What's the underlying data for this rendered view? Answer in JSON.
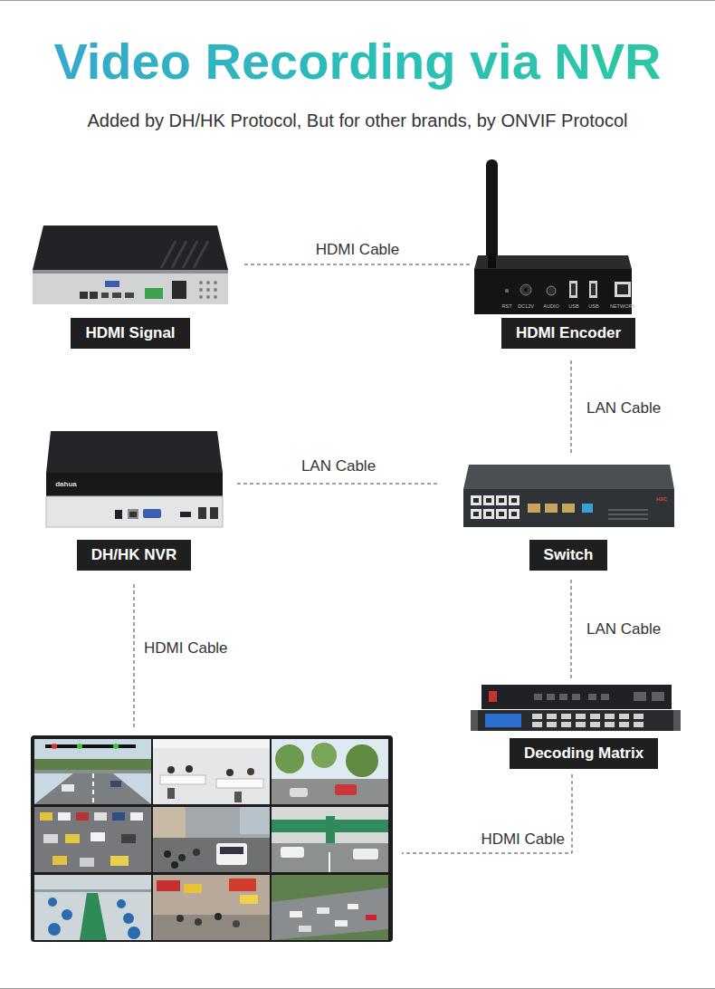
{
  "diagram": {
    "title": "Video Recording via NVR",
    "nodes": [
      {
        "text": [
          "HDMI Signal"
        ]
      },
      {
        "text": [
          "HDMI Encoder"
        ]
      },
      {
        "text": [
          "DH/HK NVR"
        ]
      },
      {
        "text": [
          "Switch"
        ]
      },
      {
        "text": [
          "Decoding Matrix"
        ]
      }
    ],
    "edges": [
      {
        "from": 0,
        "to": 1,
        "label": "HDMI Cable",
        "arrow": "none"
      },
      {
        "from": 1,
        "to": 3,
        "label": "LAN Cable",
        "arrow": "none"
      },
      {
        "from": 2,
        "to": 3,
        "label": "LAN Cable",
        "arrow": "none"
      },
      {
        "from": 3,
        "to": 4,
        "label": "LAN Cable",
        "arrow": "none"
      }
    ],
    "labels": [
      "Added by DH/HK Protocol, But for other brands, by ONVIF Protocol",
      "RST",
      "DC12V",
      "AUDIO",
      "USB",
      "USB",
      "NETWORK",
      "dahua",
      "H3C",
      "HDMI Cable",
      "HDMI Cable"
    ]
  }
}
